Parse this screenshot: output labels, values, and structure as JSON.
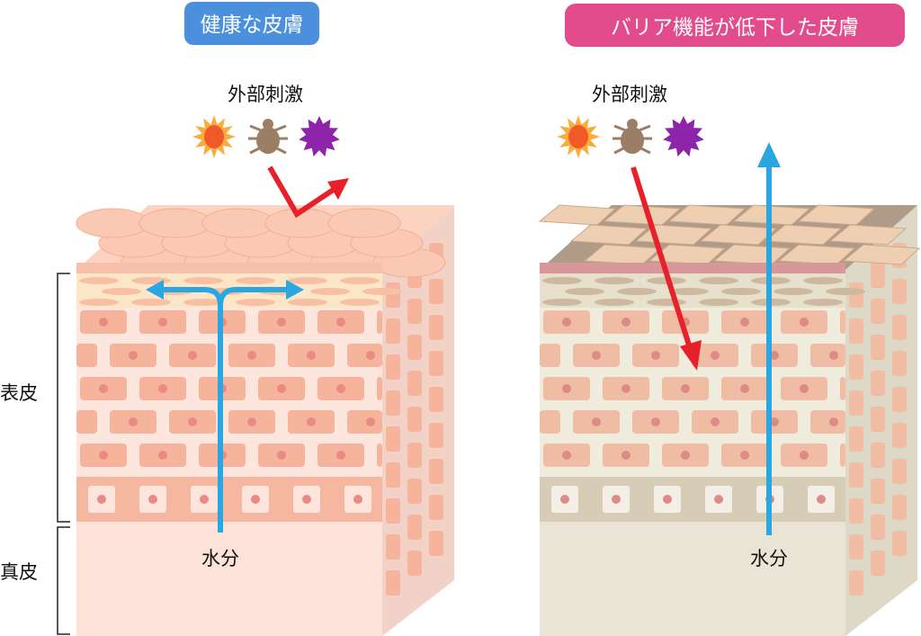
{
  "healthy": {
    "title": "健康な皮膚",
    "stimulus_label": "外部刺激",
    "moisture_label": "水分",
    "icons": [
      "sun-icon",
      "mite-icon",
      "allergen-burst-icon"
    ]
  },
  "damaged": {
    "title": "バリア機能が低下した皮膚",
    "stimulus_label": "外部刺激",
    "moisture_label": "水分",
    "icons": [
      "sun-icon",
      "mite-icon",
      "allergen-burst-icon"
    ]
  },
  "layers": {
    "epidermis": "表皮",
    "dermis": "真皮"
  },
  "colors": {
    "healthy_badge": "#4a90dc",
    "damaged_badge": "#e34c8c",
    "moisture_arrow": "#2aa6e0",
    "stimulus_arrow": "#e8202a",
    "sun_outer": "#f9ad3c",
    "sun_inner": "#f05a28",
    "mite": "#9b7e66",
    "allergen": "#8e24aa"
  }
}
